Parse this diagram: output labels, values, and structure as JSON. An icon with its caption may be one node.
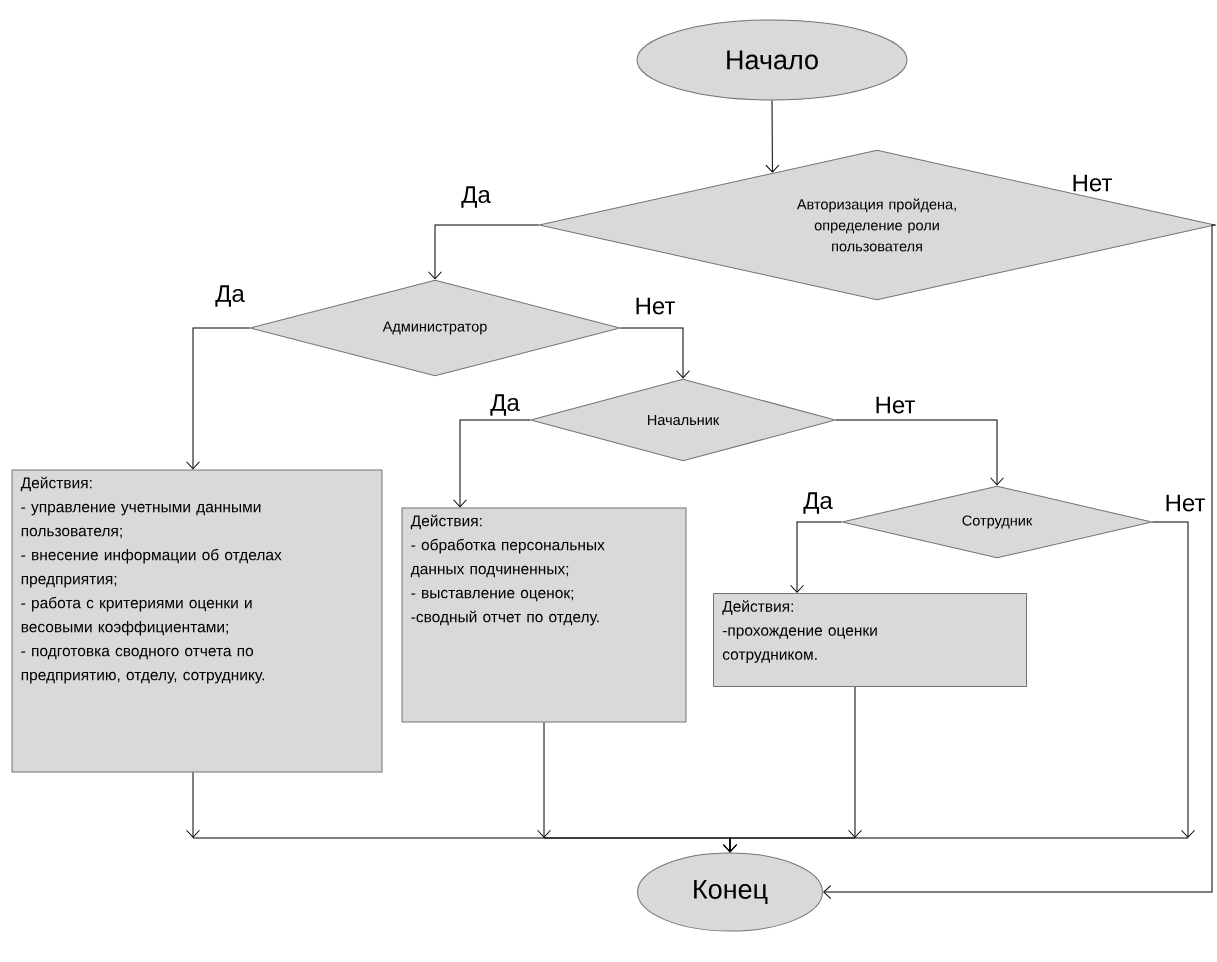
{
  "diagram": {
    "nodes": [
      {
        "text": [
          "Начало"
        ]
      },
      {
        "text": [
          "Авторизация пройдена, определение роли пользователя"
        ]
      },
      {
        "text": [
          "Администратор"
        ]
      },
      {
        "text": [
          "Начальник"
        ]
      },
      {
        "text": [
          "Сотрудник"
        ]
      },
      {
        "text": [
          "Действия:",
          "- управление учетными данными пользователя;",
          "- внесение информации об отделах предприятия;",
          "- работа с критериями оценки и весовыми коэффициентами;",
          "- подготовка сводного отчета по предприятию, отделу, сотруднику."
        ]
      },
      {
        "text": [
          "Действия:",
          "- обработка персональных данных подчиненных;",
          "- выставление оценок;",
          "-сводный отчет по отделу."
        ]
      },
      {
        "text": [
          "Действия:",
          "-прохождение оценки сотрудником."
        ]
      },
      {
        "text": [
          "Конец"
        ]
      }
    ],
    "edges": [
      {
        "from": 0,
        "to": 1,
        "arrow": "to"
      },
      {
        "from": 1,
        "to": 2,
        "arrow": "to",
        "label": "Да"
      },
      {
        "from": 1,
        "to": 8,
        "arrow": "to",
        "label": "Нет"
      },
      {
        "from": 2,
        "to": 5,
        "arrow": "to",
        "label": "Да"
      },
      {
        "from": 2,
        "to": 3,
        "arrow": "to",
        "label": "Нет"
      },
      {
        "from": 3,
        "to": 6,
        "arrow": "to",
        "label": "Да"
      },
      {
        "from": 3,
        "to": 4,
        "arrow": "to",
        "label": "Нет"
      },
      {
        "from": 4,
        "to": 7,
        "arrow": "to",
        "label": "Да"
      },
      {
        "from": 4,
        "to": 8,
        "arrow": "to",
        "label": "Нет"
      },
      {
        "from": 5,
        "to": 8,
        "arrow": "to"
      },
      {
        "from": 6,
        "to": 8,
        "arrow": "to"
      },
      {
        "from": 7,
        "to": 8,
        "arrow": "to"
      }
    ]
  }
}
